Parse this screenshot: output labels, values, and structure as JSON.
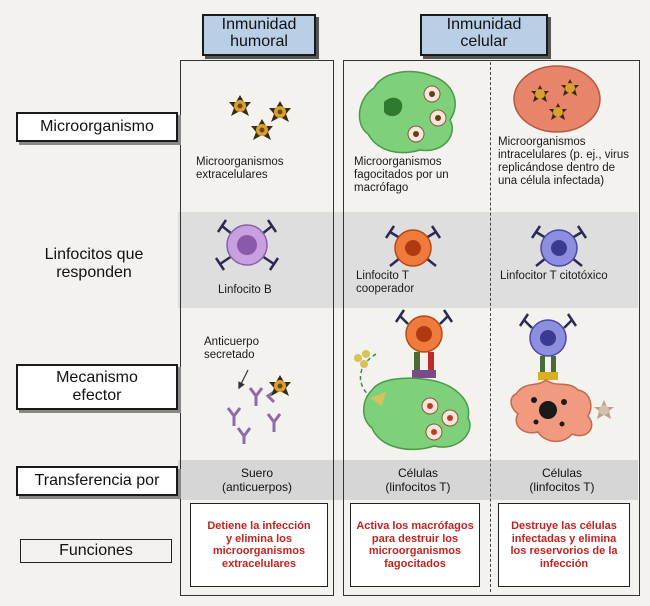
{
  "headers": {
    "humoral": "Inmunidad humoral",
    "celular": "Inmunidad celular"
  },
  "rows": {
    "microorganismo": "Microorganismo",
    "linfocitos": "Linfocitos que responden",
    "mecanismo": "Mecanismo efector",
    "transferencia": "Transferencia por",
    "funciones": "Funciones"
  },
  "captions": {
    "microbes_extra": "Microorganismos extracelulares",
    "microbes_phago": "Microorganismos fagocitados por un macrófago",
    "microbes_intra": "Microorganismos intracelulares (p. ej., virus replicándose dentro de una célula infectada)",
    "lymph_b": "Linfocito B",
    "lymph_th": "Linfocito T cooperador",
    "lymph_tc": "Linfocitor T citotóxico",
    "antibody": "Anticuerpo secretado"
  },
  "transfer": {
    "col1": "Suero (anticuerpos)",
    "col2": "Células (linfocitos T)",
    "col3": "Células (linfocitos T)"
  },
  "functions": {
    "col1": "Detiene la infección y elimina los microorganismos extracelulares",
    "col2": "Activa los macrófagos para destruir los microorganismos fagocitados",
    "col3": "Destruye las células infectadas y elimina los reservorios de la infección"
  },
  "colors": {
    "header_fill": "#b9cfe6",
    "function_text": "#c0231f",
    "band_gray": "#dcdcdc",
    "macrophage": "#7ed07a",
    "b_cell": "#c8a0e0",
    "th_cell": "#f07a3c",
    "tc_cell": "#8e8ee0",
    "infected_cell": "#f29a80"
  }
}
